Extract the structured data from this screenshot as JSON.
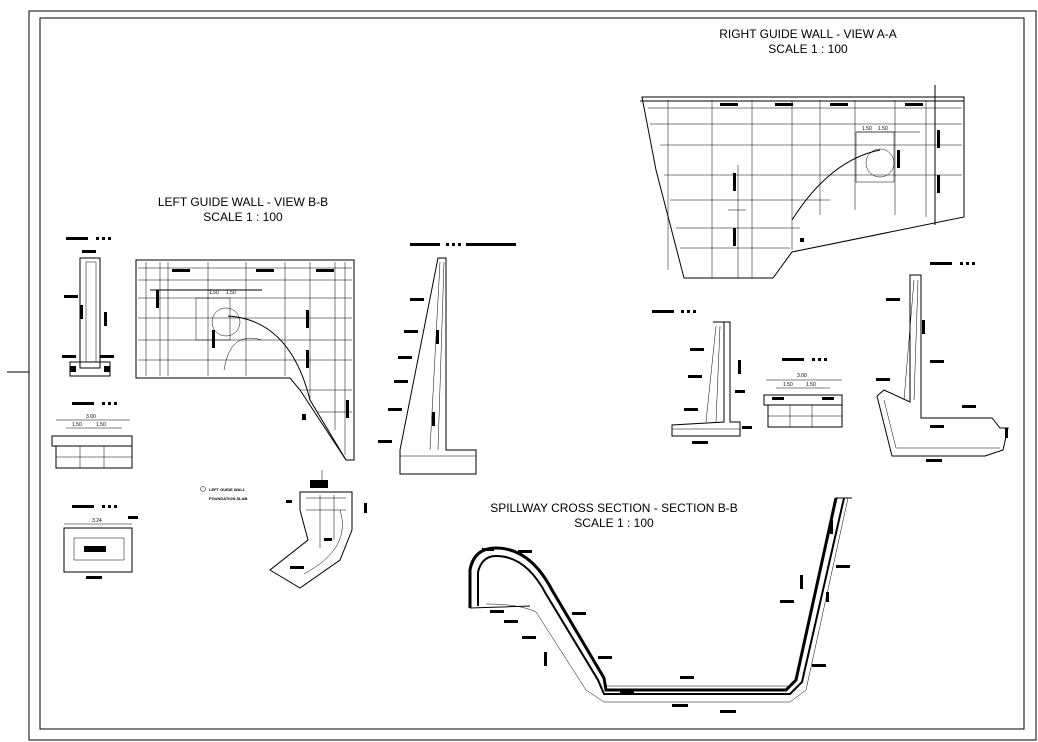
{
  "drawing": {
    "right_view": {
      "title": "RIGHT GUIDE WALL - VIEW A-A",
      "scale": "SCALE     1 : 100"
    },
    "left_view": {
      "title": "LEFT GUIDE WALL - VIEW B-B",
      "scale": "SCALE     1 : 100"
    },
    "spillway": {
      "title": "SPILLWAY CROSS SECTION - SECTION B-B",
      "scale": "SCALE     1 : 100"
    },
    "slab_note": {
      "line1": "LEFT GUIDE WALL",
      "line2": "FOUNDATION SLAB"
    },
    "dims": {
      "d150a": "1.50",
      "d150b": "1.50",
      "d150c": "1.50",
      "d150d": "1.50",
      "d300a": "3.00",
      "d150e": "1.50",
      "d150f": "1.50",
      "d300b": "3.00",
      "d150g": "1.50",
      "d150h": "1.50",
      "d324": "3.24"
    }
  }
}
